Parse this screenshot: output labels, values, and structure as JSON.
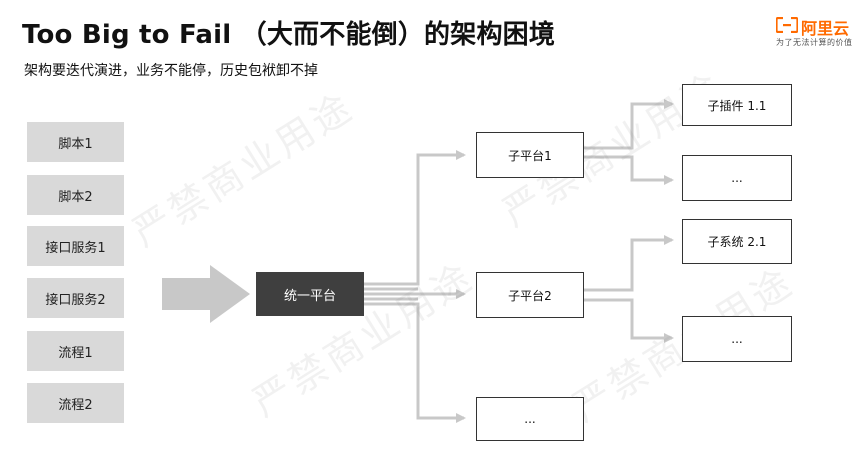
{
  "header": {
    "title": "Too Big to Fail （大而不能倒）的架构困境",
    "subtitle": "架构要迭代演进，业务不能停，历史包袱卸不掉"
  },
  "logo": {
    "name": "阿里云",
    "slogan": "为了无法计算的价值"
  },
  "watermark": {
    "text": "严禁商业用途"
  },
  "left_items": [
    {
      "label": "脚本1"
    },
    {
      "label": "脚本2"
    },
    {
      "label": "接口服务1"
    },
    {
      "label": "接口服务2"
    },
    {
      "label": "流程1"
    },
    {
      "label": "流程2"
    }
  ],
  "core": {
    "label": "统一平台"
  },
  "platforms": [
    {
      "label": "子平台1"
    },
    {
      "label": "子平台2"
    },
    {
      "label": "..."
    }
  ],
  "sub_items": [
    {
      "label": "子插件 1.1"
    },
    {
      "label": "..."
    },
    {
      "label": "子系统 2.1"
    },
    {
      "label": "..."
    }
  ],
  "colors": {
    "accent": "#ff6a00",
    "arrow": "#c8c8c8",
    "left_box": "#d9d9d9",
    "core_box": "#3f3f3f"
  }
}
